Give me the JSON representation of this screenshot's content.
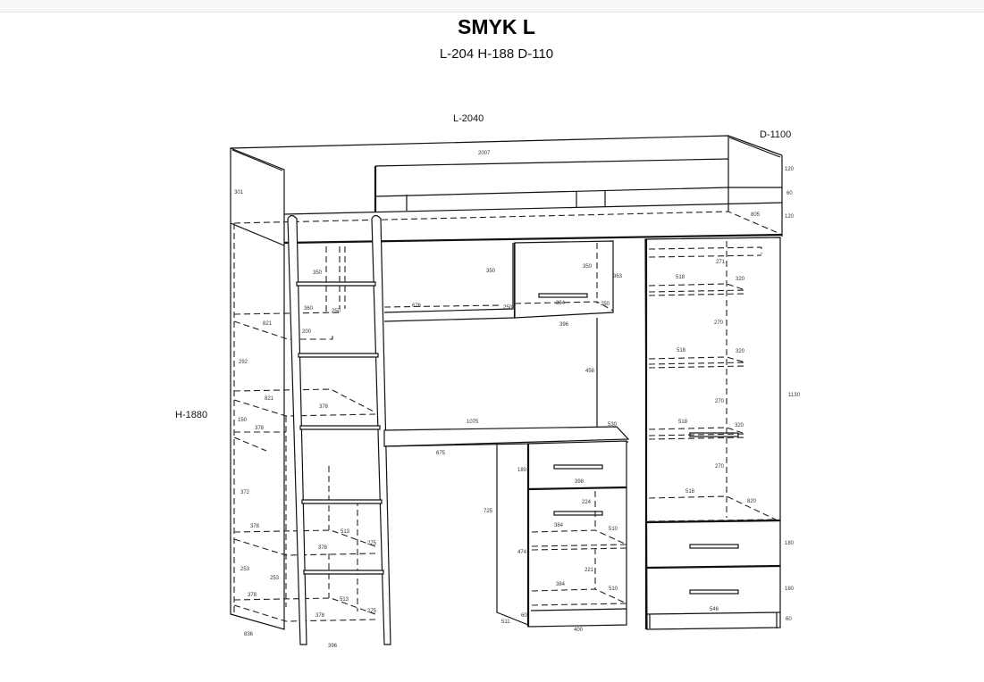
{
  "header": {
    "title": "SMYK L",
    "subtitle": "L-204 H-188 D-110"
  },
  "overall": {
    "length": "L-2040",
    "depth": "D-1100",
    "height": "H-1880"
  },
  "labels": [
    "2007",
    "120",
    "60",
    "120",
    "805",
    "301",
    "350",
    "350",
    "350",
    "363",
    "676",
    "250",
    "360",
    "250",
    "394",
    "250",
    "396",
    "821",
    "200",
    "271",
    "518",
    "320",
    "270",
    "518",
    "320",
    "270",
    "518",
    "320",
    "270",
    "518",
    "820",
    "1130",
    "180",
    "180",
    "546",
    "60",
    "458",
    "1075",
    "530",
    "675",
    "180",
    "398",
    "725",
    "224",
    "384",
    "510",
    "474",
    "221",
    "384",
    "510",
    "60",
    "511",
    "400",
    "292",
    "821",
    "378",
    "150",
    "378",
    "372",
    "378",
    "513",
    "275",
    "378",
    "253",
    "253",
    "378",
    "513",
    "275",
    "378",
    "836",
    "396"
  ]
}
